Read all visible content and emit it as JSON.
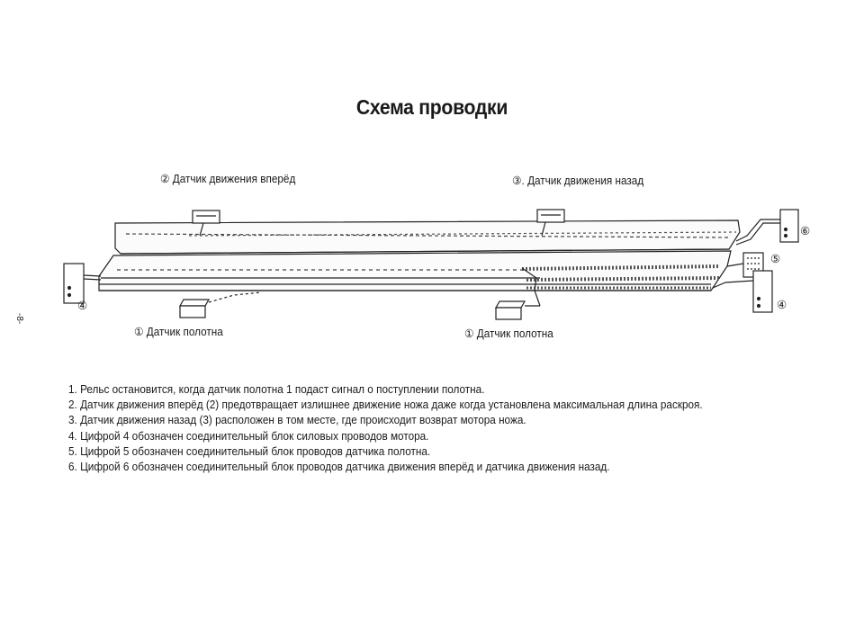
{
  "title": "Схема проводки",
  "page_number": "-8-",
  "labels": {
    "sensor_forward": "② Датчик движения вперёд",
    "sensor_backward": "③. Датчик движения назад",
    "blade_sensor_left": "① Датчик полотна",
    "blade_sensor_right": "① Датчик полотна"
  },
  "markers": {
    "m4_left": "④",
    "m4_right": "④",
    "m5": "⑤",
    "m6": "⑥"
  },
  "notes": [
    "1.  Рельс остановится, когда датчик полотна 1 подаст сигнал о поступлении полотна.",
    "2.  Датчик движения вперёд (2) предотвращает излишнее движение ножа даже когда установлена максимальная длина раскроя.",
    "3.  Датчик движения назад (3) расположен в том месте, где происходит возврат мотора ножа.",
    "4.  Цифрой 4 обозначен соединительный блок силовых проводов мотора.",
    "5.  Цифрой 5 обозначен соединительный блок проводов датчика полотна.",
    "6.  Цифрой 6 обозначен соединительный блок проводов датчика движения вперёд и датчика движения назад."
  ]
}
